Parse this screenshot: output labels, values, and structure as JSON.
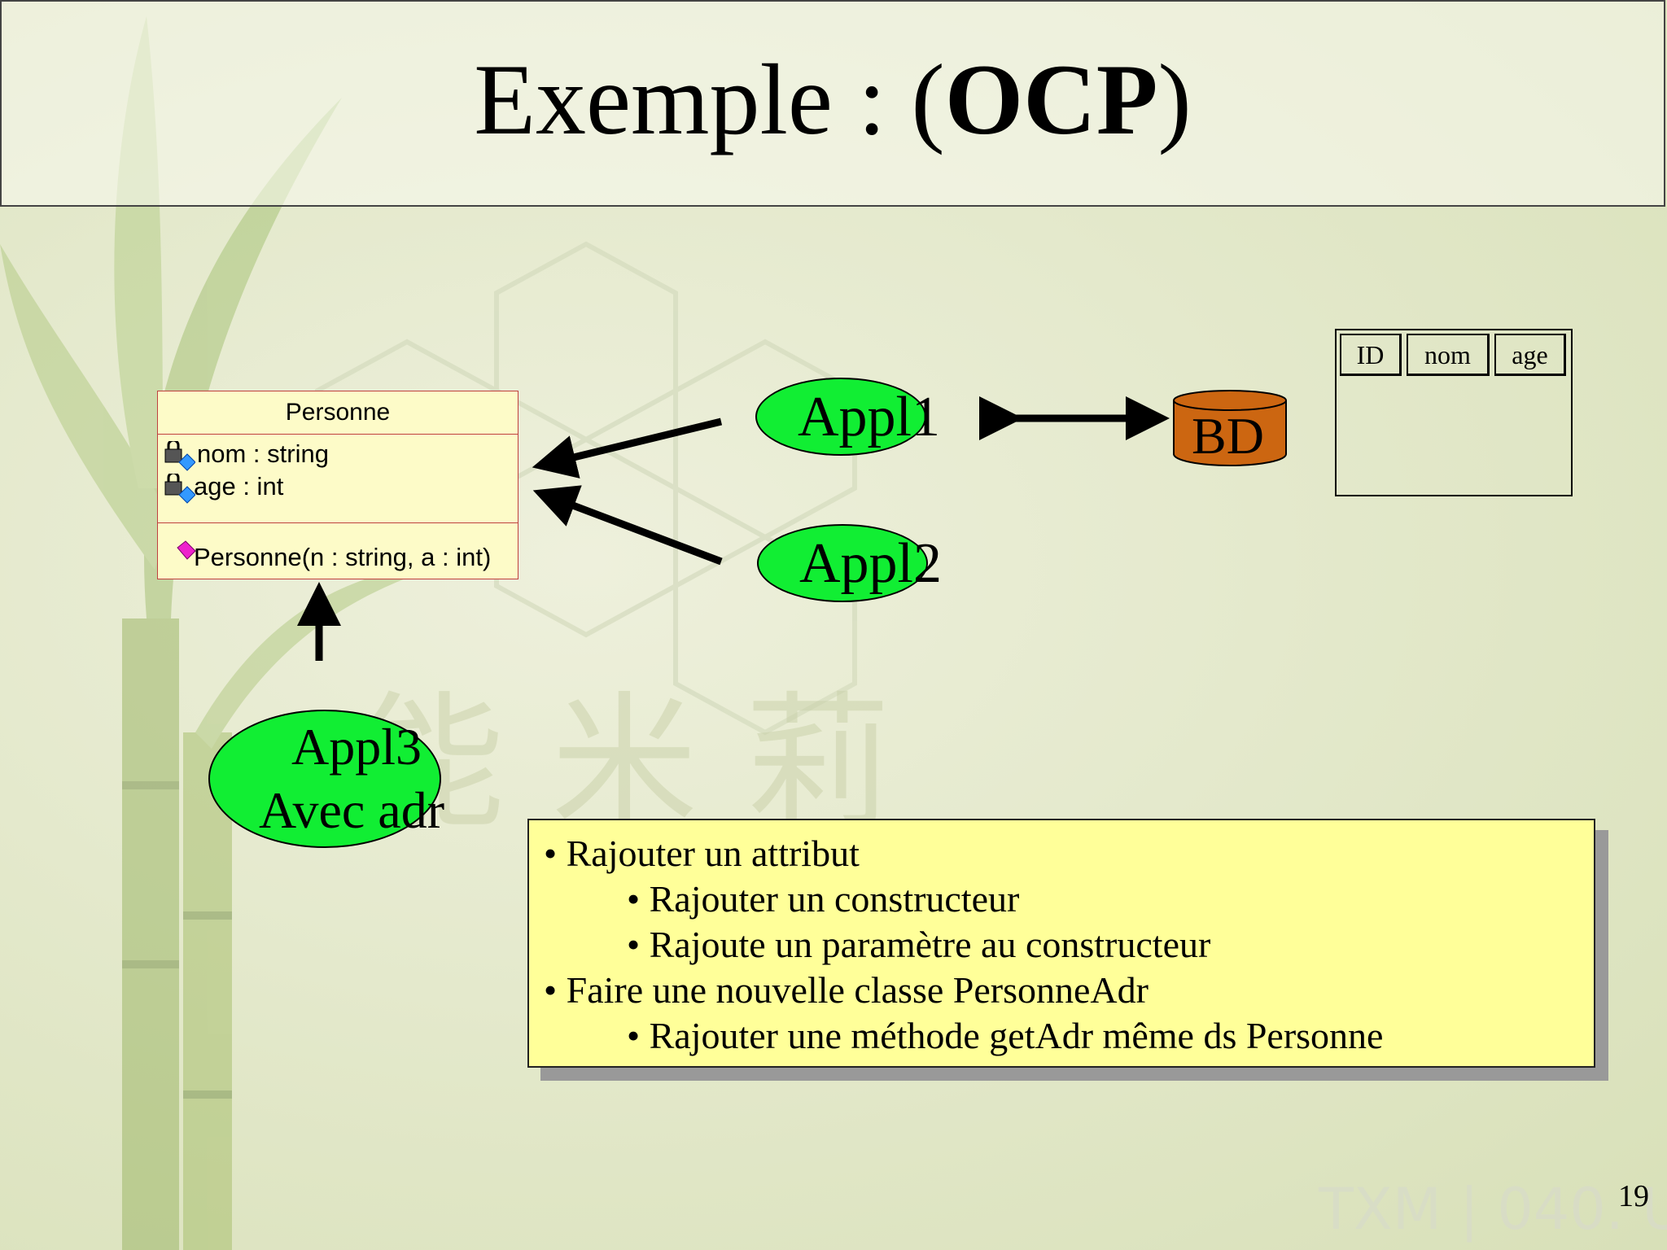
{
  "slide": {
    "title_prefix": "Exemple : (",
    "title_bold": "OCP",
    "title_suffix": ")",
    "page_number": "19"
  },
  "uml_class": {
    "name": "Personne",
    "attributes": [
      "nom : string",
      "age : int"
    ],
    "operations": [
      "Personne(n : string, a : int)"
    ]
  },
  "nodes": {
    "appl1": "Appl1",
    "appl2": "Appl2",
    "appl3_line1": "Appl3",
    "appl3_line2": "Avec adr",
    "db": "BD"
  },
  "db_table": {
    "columns": [
      "ID",
      "nom",
      "age"
    ]
  },
  "notes": [
    "• Rajouter un attribut",
    "• Rajouter un constructeur",
    "• Rajoute un paramètre au constructeur",
    "• Faire une nouvelle classe PersonneAdr",
    "• Rajouter une méthode getAdr même ds Personne"
  ],
  "colors": {
    "oval_fill": "#11ee33",
    "db_fill": "#cc6611",
    "note_fill": "#ffff99",
    "uml_fill": "#fdfbc8"
  }
}
